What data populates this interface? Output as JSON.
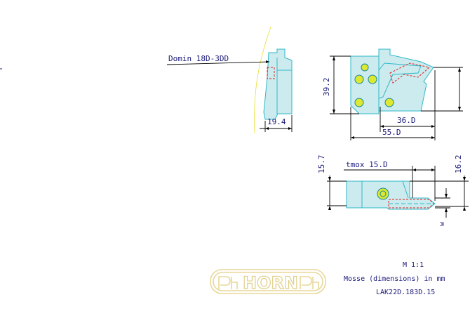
{
  "side_view": {
    "callout": "Domin 18D-3DD",
    "width_dim": "19.4"
  },
  "front_view": {
    "height_dim": "39.2",
    "inner_dim": "36.D",
    "overall_dim": "55.D"
  },
  "top_view": {
    "left_height_dim": "15.7",
    "depth_dim": "tmox 15.D",
    "right_height_dim": "16.2",
    "w_label": "w"
  },
  "title_block": {
    "scale": "M 1:1",
    "units": "Mosse (dimensions) in mm",
    "part_number": "LAK22D.183D.15"
  },
  "logo": {
    "brand_text": "HORN",
    "emblem": "ph-monogram"
  },
  "colors": {
    "dimension_text": "#1a1a7a",
    "part_outline": "#2fb8c8",
    "hidden_edge": "#e02020",
    "bolt_holes": "#dde830",
    "logo": "#e8d89a"
  }
}
